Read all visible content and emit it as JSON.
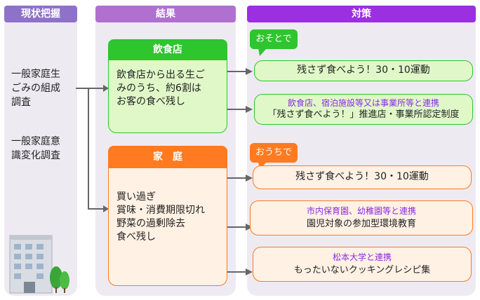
{
  "headers": {
    "survey": "現状把握",
    "results": "結果",
    "measures": "対策"
  },
  "survey_items": {
    "item1": [
      "一般家庭生",
      "ごみの組成",
      "調査"
    ],
    "item2": [
      "一般家庭意",
      "識変化調査"
    ]
  },
  "restaurant": {
    "title": "飲食店",
    "body": [
      "飲食店から出る生ご",
      "みのうち、約6割は",
      "お客の食べ残し"
    ]
  },
  "household": {
    "title": "家　庭",
    "body": [
      "買い過ぎ",
      "賞味・消費期限切れ",
      "野菜の過剰除去",
      "食べ残し"
    ]
  },
  "measures": {
    "out_tag": "おそとで",
    "out1": "残さず食べよう！30・10運動",
    "out2_sub": "飲食店、宿泊施設等又は事業所等と連携",
    "out2_main": "「残さず食べよう！」推進店・事業所認定制度",
    "home_tag": "おうちで",
    "home1": "残さず食べよう！30・10運動",
    "home2_sub": "市内保育園、幼稚園等と連携",
    "home2_main": "園児対象の参加型環境教育",
    "home3_sub": "松本大学と連携",
    "home3_main": "もったいないクッキングレシピ集"
  },
  "colors": {
    "survey_header": "#8e72c9",
    "results_header": "#b070d0",
    "measures_header": "#9c2fe0",
    "green_title": "#2ec52e",
    "green_fill": "#e0f8c8",
    "orange_title": "#ff7a20",
    "orange_fill": "#fff1e4",
    "accent_purple": "#8a2be2"
  }
}
